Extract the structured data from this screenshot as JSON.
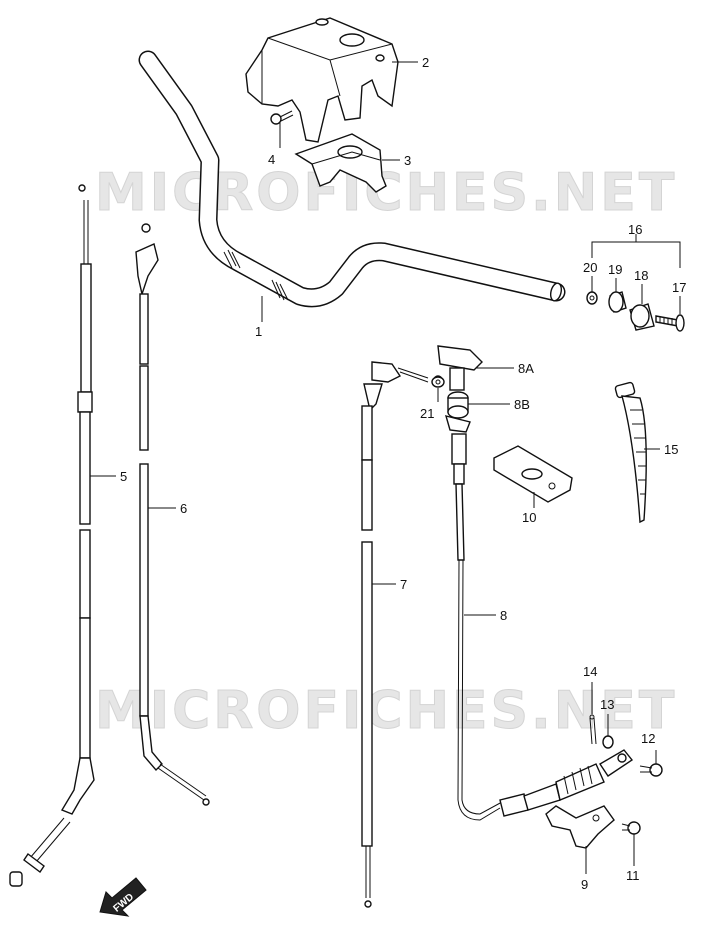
{
  "watermark": {
    "text_top": "MICROFICHES.NET",
    "text_bottom": "MICROFICHES.NET"
  },
  "fwd_indicator": {
    "label": "FWD"
  },
  "callouts": {
    "c1": "1",
    "c2": "2",
    "c3": "3",
    "c4": "4",
    "c5": "5",
    "c6": "6",
    "c7": "7",
    "c8": "8",
    "c8A": "8A",
    "c8B": "8B",
    "c9": "9",
    "c10": "10",
    "c11": "11",
    "c12": "12",
    "c13": "13",
    "c14": "14",
    "c15": "15",
    "c16": "16",
    "c17": "17",
    "c18": "18",
    "c19": "19",
    "c20": "20",
    "c21": "21"
  }
}
